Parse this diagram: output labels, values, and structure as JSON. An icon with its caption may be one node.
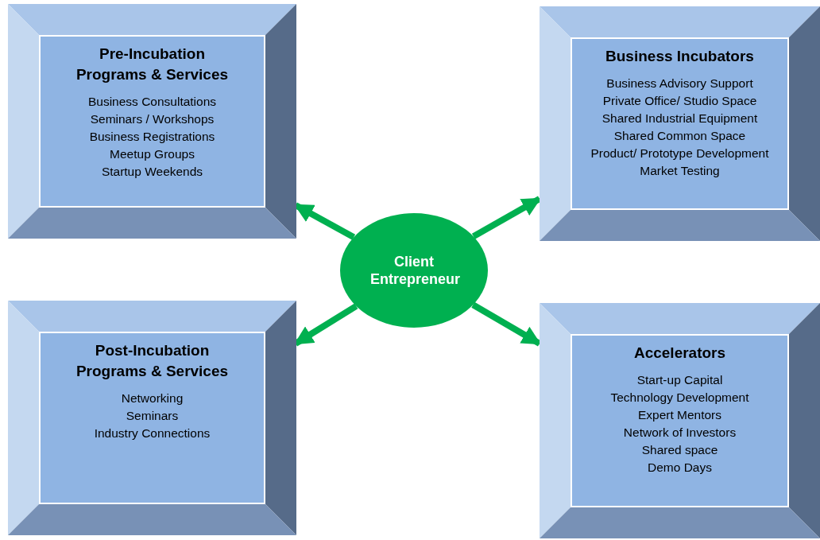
{
  "diagram": {
    "nodes": [
      {
        "text": [
          "Pre-Incubation Programs & Services",
          "Business Consultations",
          "Seminars / Workshops",
          "Business Registrations",
          "Meetup Groups",
          "Startup Weekends"
        ]
      },
      {
        "text": [
          "Business Incubators",
          "Business Advisory Support",
          "Private Office/ Studio Space",
          "Shared Industrial Equipment",
          "Shared Common Space",
          "Product/ Prototype Development",
          "Market Testing"
        ]
      },
      {
        "text": [
          "Client Entrepreneur"
        ]
      },
      {
        "text": [
          "Post-Incubation Programs & Services",
          "Networking",
          "Seminars",
          "Industry Connections"
        ]
      },
      {
        "text": [
          "Accelerators",
          "Start-up Capital",
          "Technology Development",
          "Expert Mentors",
          "Network of Investors",
          "Shared space",
          "Demo Days"
        ]
      }
    ],
    "edges": [
      {
        "from": 2,
        "to": 0,
        "arrow": "to"
      },
      {
        "from": 2,
        "to": 1,
        "arrow": "to"
      },
      {
        "from": 2,
        "to": 3,
        "arrow": "to"
      },
      {
        "from": 2,
        "to": 4,
        "arrow": "to"
      }
    ]
  }
}
